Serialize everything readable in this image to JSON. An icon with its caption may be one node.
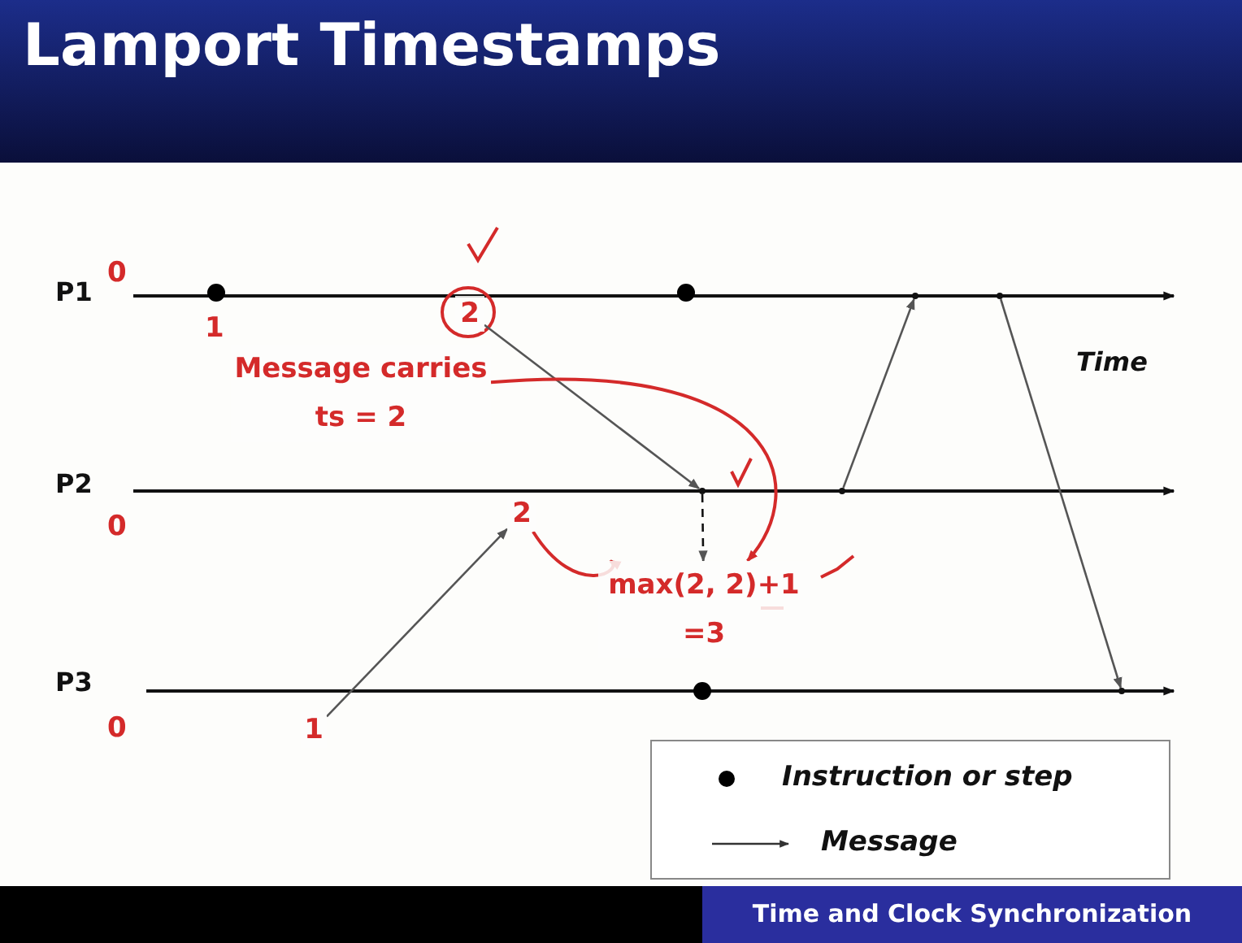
{
  "diagram": {
    "title": "Lamport Timestamps",
    "caption": "Time and Clock Synchronization",
    "nodes": [
      {
        "text": [
          "2"
        ]
      },
      {
        "text": [],
        "shape": "point"
      },
      {
        "text": [
          "max(2, 2)+1",
          "=3"
        ]
      },
      {
        "text": [
          "1"
        ]
      },
      {
        "text": [
          "2"
        ]
      },
      {
        "text": [],
        "shape": "point"
      },
      {
        "text": [],
        "shape": "point"
      },
      {
        "text": [],
        "shape": "point"
      },
      {
        "text": [],
        "shape": "point"
      },
      {
        "text": [
          "Message carries ts = 2"
        ]
      }
    ],
    "edges": [
      {
        "from": 0,
        "to": 1,
        "arrow": "to"
      },
      {
        "from": 3,
        "to": 4,
        "arrow": "to"
      },
      {
        "from": 5,
        "to": 6,
        "arrow": "to"
      },
      {
        "from": 7,
        "to": 8,
        "arrow": "to"
      },
      {
        "from": 1,
        "to": 2,
        "arrow": "to",
        "style": "dashed"
      },
      {
        "from": 9,
        "to": 2,
        "arrow": "to",
        "color": "#d42a2a"
      },
      {
        "from": 4,
        "to": 2,
        "arrow": "to",
        "color": "#d42a2a"
      }
    ],
    "labels": [
      "P1",
      "0",
      "1",
      "Time",
      "P2",
      "0",
      "P3",
      "0"
    ],
    "legend": [
      {
        "text": "Instruction or step"
      },
      {
        "text": "Message"
      }
    ]
  }
}
